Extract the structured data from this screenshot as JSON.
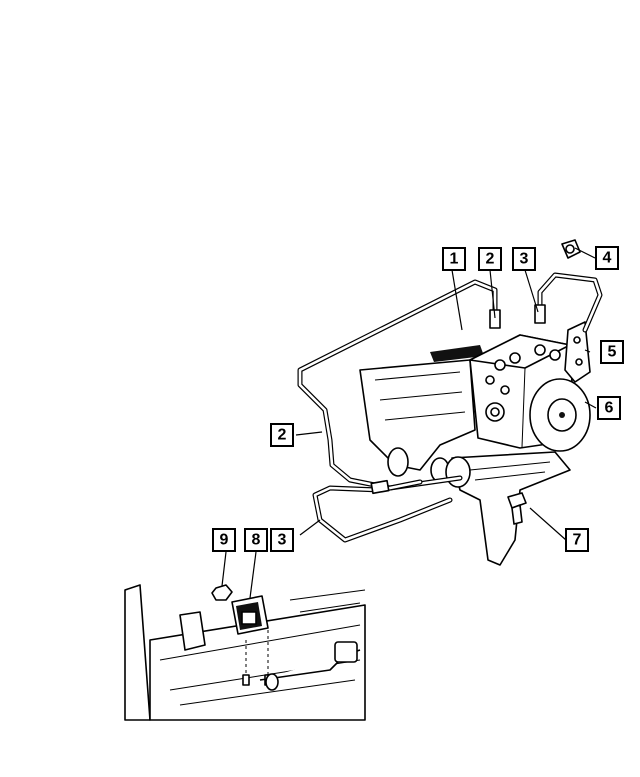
{
  "callouts": [
    {
      "id": "c1",
      "label": "1"
    },
    {
      "id": "c2a",
      "label": "2"
    },
    {
      "id": "c3a",
      "label": "3"
    },
    {
      "id": "c4",
      "label": "4"
    },
    {
      "id": "c5",
      "label": "5"
    },
    {
      "id": "c6",
      "label": "6"
    },
    {
      "id": "c2b",
      "label": "2"
    },
    {
      "id": "c7",
      "label": "7"
    },
    {
      "id": "c9",
      "label": "9"
    },
    {
      "id": "c8",
      "label": "8"
    },
    {
      "id": "c3b",
      "label": "3"
    }
  ]
}
